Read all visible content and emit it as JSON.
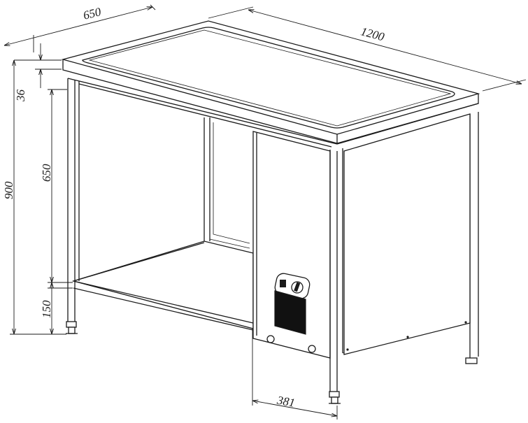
{
  "drawing": {
    "dimensions": {
      "width_label": "650",
      "length_label": "1200",
      "top_thickness_label": "36",
      "height_label": "900",
      "frame_height_label": "650",
      "shelf_height_label": "150",
      "compartment_width_label": "381"
    },
    "colors": {
      "line": "#1a1a1a",
      "background": "#ffffff"
    }
  }
}
